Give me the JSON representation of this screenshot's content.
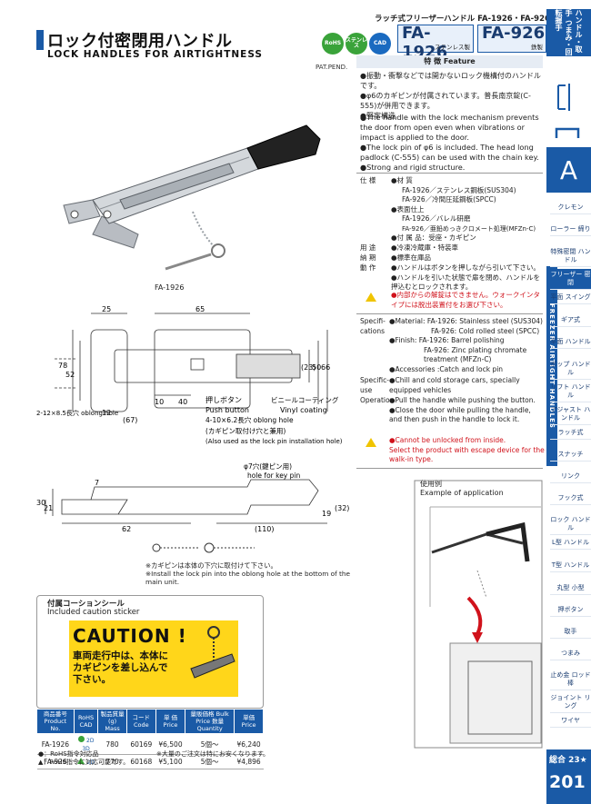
{
  "header": {
    "series": "ラッチ式フリーザーハンドル FA-1926・FA-926",
    "title_jp": "ロック付密閉用ハンドル",
    "title_en": "LOCK HANDLES FOR AIRTIGHTNESS",
    "badges": [
      "RoHS",
      "ステンレス",
      "CAD"
    ],
    "codes": [
      {
        "code": "FA-1926",
        "material": "ステンレス製"
      },
      {
        "code": "FA-926",
        "material": "鉄製"
      }
    ]
  },
  "sidebar": {
    "top_tab": "ハンドル・取手 つまみ・回転握手",
    "section_letter": "A",
    "strip_label": "FREEZER AIRTIGHT HANDLES",
    "items": [
      {
        "label": "クレモン"
      },
      {
        "label": "ローラー 締り"
      },
      {
        "label": "特殊密閉 ハンドル"
      },
      {
        "label": "フリーザー 密閉",
        "active": true
      },
      {
        "label": "平面 スイング"
      },
      {
        "label": "ギア式"
      },
      {
        "label": "平面 ハンドル"
      },
      {
        "label": "ポップ ハンドル"
      },
      {
        "label": "リフト ハンドル"
      },
      {
        "label": "アジャスト ハンドル"
      },
      {
        "label": "ラッチ式"
      },
      {
        "label": "スナッチ"
      },
      {
        "label": "リンク"
      },
      {
        "label": "フック式"
      },
      {
        "label": "ロック ハンドル"
      },
      {
        "label": "L型 ハンドル"
      },
      {
        "label": "T型 ハンドル"
      },
      {
        "label": "丸型 小型"
      },
      {
        "label": "押ボタン"
      },
      {
        "label": "取手"
      },
      {
        "label": "つまみ"
      },
      {
        "label": "止め金 ロッド棒"
      },
      {
        "label": "ジョイント リング"
      },
      {
        "label": "ワイヤ"
      }
    ],
    "total": "総合 23★",
    "page_number": "201"
  },
  "features": {
    "pat_pend": "PAT.PEND.",
    "header": "特 徴 Feature",
    "jp": [
      "●振動・衝撃などでは開かないロック機構付のハンドルです。",
      "●φ6のカギピンが付属されています。普長南京錠(C-555)が併用できます。",
      "●堅牢構造"
    ],
    "en": [
      "●The handle with the lock mechanism prevents the door from open even when vibrations or impact is applied to the door.",
      "●The lock pin of φ6 is included. The head long padlock (C-555) can be used with the chain key.",
      "●Strong and rigid structure."
    ]
  },
  "spec_jp": {
    "rows": [
      {
        "label": "仕 様",
        "lines": [
          "●材 質",
          "FA-1926／ステンレス鋼板(SUS304)",
          "FA-926／冷間圧延鋼板(SPCC)",
          "●表面仕上",
          "FA-1926／バレル研磨",
          "FA-926／亜鉛めっきクロメート処理(MFZn-C)",
          "●付 属 品：受座・カギピン"
        ]
      },
      {
        "label": "用 途",
        "lines": [
          "●冷凍冷蔵庫・特装車"
        ]
      },
      {
        "label": "納 期",
        "lines": [
          "●標準在庫品"
        ]
      },
      {
        "label": "動 作",
        "lines": [
          "●ハンドルはボタンを押しながら引いて下さい。",
          "●ハンドルを引いた状態で扉を閉め、ハンドルを押込むとロックされます。"
        ]
      }
    ],
    "warning": [
      "●内部からの解錠はできません。ウォークインタイプには脱出装置付をお選び下さい。"
    ]
  },
  "spec_en": {
    "spec_label": "Specifi-cations",
    "spec_lines": [
      "●Material: FA-1926: Stainless steel (SUS304)",
      "FA-926: Cold rolled steel (SPCC)",
      "●Finish: FA-1926: Barrel polishing",
      "FA-926: Zinc plating chromate treatment (MFZn-C)",
      "●Accessories :Catch and lock pin"
    ],
    "use_label": "Specific-use",
    "use_lines": [
      "●Chill and cold storage cars, specially equipped vehicles"
    ],
    "op_label": "Operation",
    "op_lines": [
      "●Pull the handle while pushing the button.",
      "●Close the door while pulling the handle, and then push in the handle to lock it."
    ],
    "warning": [
      "●Cannot be unlocked from inside.",
      "Select the product with escape device for the walk-in type."
    ]
  },
  "figures": {
    "photo_caption": "FA-1926",
    "drawing_labels": {
      "push_button_jp": "押しボタン",
      "push_button_en": "Push button",
      "vinyl_jp": "ビニールコーティング",
      "vinyl_en": "Vinyl coating",
      "oblong_jp": "4-10×6.2長穴 oblong hole",
      "oblong_note_jp": "(カギピン取付け穴と兼用)",
      "oblong_note_en": "(Also used as the lock pin installation hole)",
      "oblong_left": "2-12×8.5長穴 oblong hole",
      "key_pin_hole_jp": "φ7穴(鍵ピン用)",
      "key_pin_hole_en": "hole for key pin",
      "key_pin_note_jp": "※カギピンは本体の下穴に取付けて下さい。",
      "key_pin_note_en": "※Install the lock pin into the oblong hole at the bottom of the main unit.",
      "dims_top": [
        "25",
        "65",
        "78",
        "52",
        "(23)",
        "50",
        "66",
        "10",
        "40",
        "12",
        "(67)"
      ],
      "dims_side": [
        "7",
        "30",
        "21",
        "62",
        "(110)",
        "19",
        "(32)"
      ]
    },
    "usage_label_jp": "使用例",
    "usage_label_en": "Example of application"
  },
  "caution": {
    "title_jp": "付属コーションシール",
    "title_en": "Included caution sticker",
    "word": "CAUTION !",
    "text_lines": [
      "車両走行中は、本体に",
      "カギピンを差し込んで",
      "下さい。"
    ]
  },
  "product_table": {
    "headers": [
      "商品番号 Product No.",
      "RoHS CAD",
      "製品質量(g) Mass",
      "コード Code",
      "単 価 Price",
      "量販価格 Bulk Price 数量 Quantity",
      "単価 Price"
    ],
    "rows": [
      {
        "product": "FA-1926",
        "cad": "2D 3D",
        "mass": "780",
        "code": "60169",
        "price": "¥6,500",
        "qty": "5個～",
        "bulk": "¥6,240"
      },
      {
        "product": "FA-926",
        "cad": "2D",
        "mass": "770",
        "code": "60168",
        "price": "¥5,100",
        "qty": "5個～",
        "bulk": "¥4,896"
      }
    ],
    "legend": [
      "●：RoHS指令対応品",
      "▲：RoHS指令に対応可能です。"
    ],
    "bulk_note": "※大量のご注文は特にお安くなります。"
  }
}
